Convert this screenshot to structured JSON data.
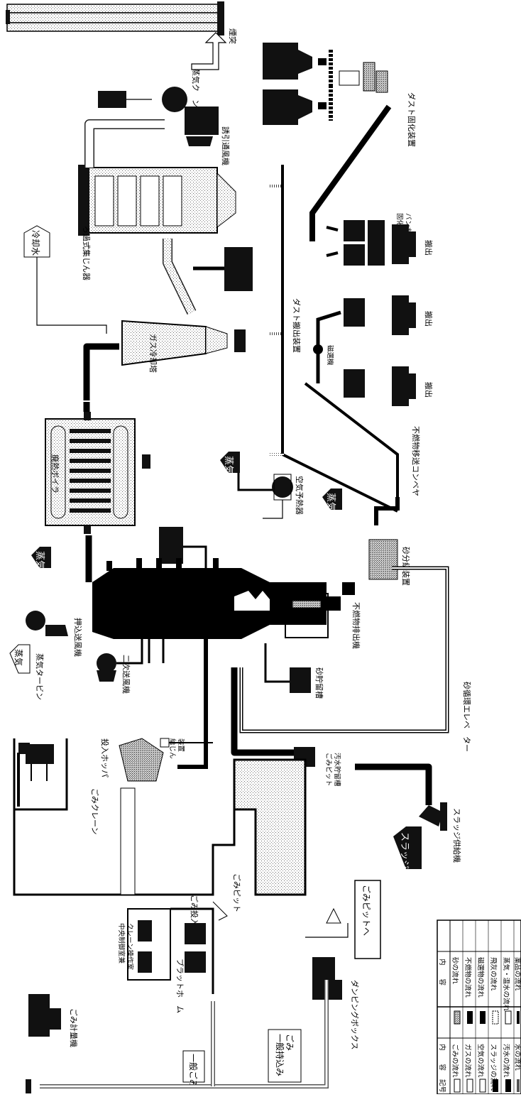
{
  "labels": {
    "chimney": "煙突",
    "steam_condenser": "蒸気ク　ン",
    "induced_fan": "誘引通風機",
    "dust_solidifier": "ダスト固化装置",
    "bag_filter": "ろ過式集じん器",
    "cooling_water": "冷却水",
    "gas_cooler": "ガス冷却塔",
    "dust_conveyor": "ダスト搬出装置",
    "solid_bunker": "固化物\nバンカ",
    "carry_out1": "搬出",
    "carry_out2": "搬出",
    "carry_out3": "搬出",
    "magnet": "磁選機",
    "waste_boiler": "廃熱ボイラ",
    "steam1": "蒸気",
    "steam2": "蒸気",
    "steam3": "蒸気",
    "air_preheater": "空気予熱器",
    "incombustible_conveyor": "不燃物移送コンベヤ",
    "sand_screen": "砂分級装置",
    "incombustible_discharger": "不燃物排出機",
    "sand_elevator": "砂循環エレベ　ター",
    "sand_storage": "砂貯留槽",
    "secondary_fan": "二次送風機",
    "steam_turbine": "蒸気タービン",
    "forced_fan": "押込送風機",
    "feeder": "給じん\n装置",
    "waste_crane": "ごみクレーン",
    "hopper": "投入ホッパ",
    "pit_tank": "ごみピット\n汚水貯留槽",
    "sludge_feeder": "スラッジ供給機",
    "sludge": "スラッジ",
    "waste_pit": "ごみピット",
    "waste_door": "ごみ投入扉",
    "platform": "プラットホ　ム",
    "control_room": "中央制御室兼\nクレーン操作室",
    "to_pit": "ごみピットへ",
    "dumping_box": "ダンピングボックス",
    "general_waste": "一般ごみ",
    "general_carry": "一般持込み\nごみ",
    "scale": "ごみ計量機"
  },
  "legend": {
    "header_symbol": "記号",
    "header_content": "内　　容",
    "rows_left": [
      "ごみの流れ",
      "ガスの流れ",
      "空気の流れ",
      "スラッジの流れ",
      "汚水の流れ",
      "水の流れ"
    ],
    "rows_right": [
      "砂の流れ",
      "不燃物の流れ",
      "磁選物の流れ",
      "飛灰の流れ",
      "蒸気・温水の流れ",
      "薬品の流れ"
    ]
  }
}
